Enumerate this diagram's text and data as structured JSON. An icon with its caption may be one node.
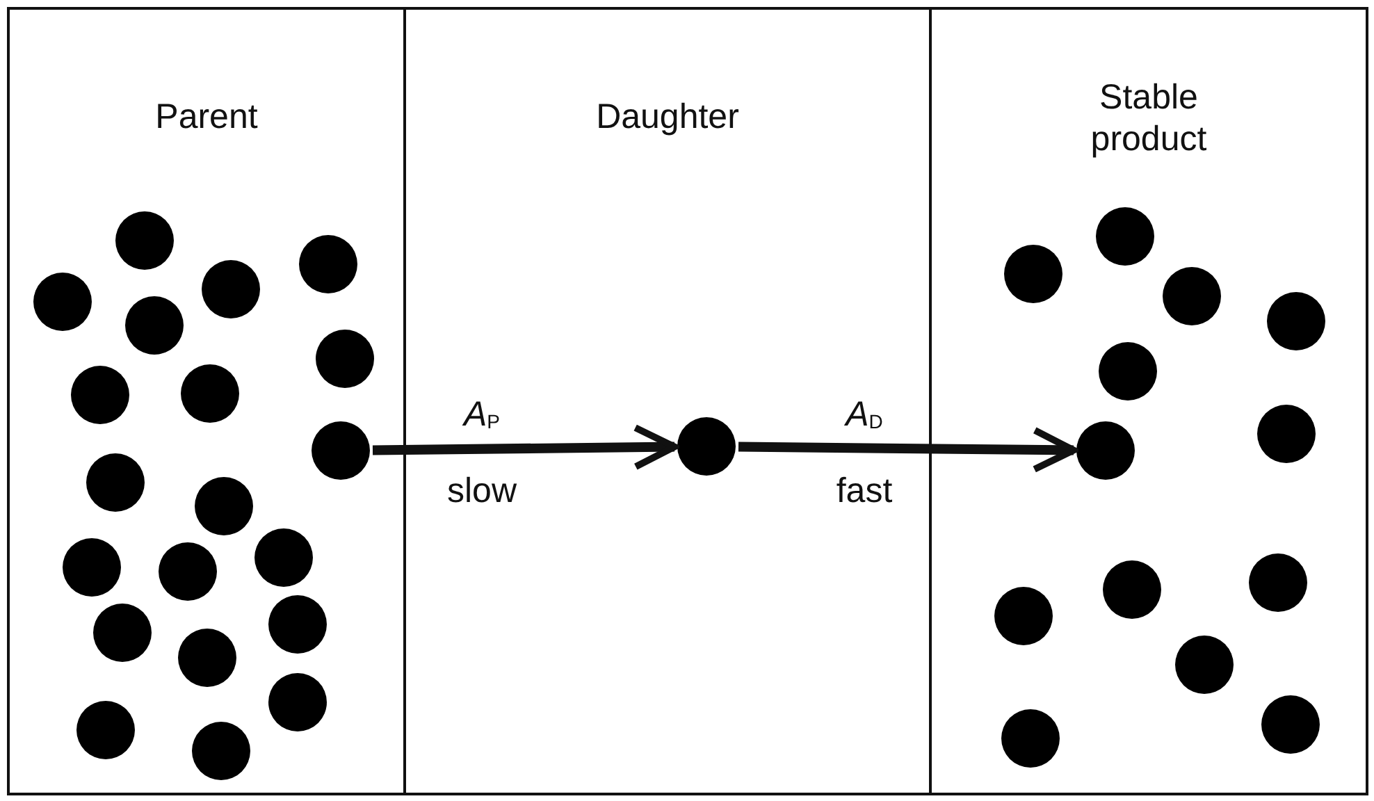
{
  "diagram": {
    "nodes": [
      {
        "text": [
          "Parent"
        ]
      },
      {
        "text": [],
        "shape": "circle",
        "in": 0
      },
      {
        "text": [],
        "shape": "circle",
        "in": 0
      },
      {
        "text": [],
        "shape": "circle",
        "in": 0
      },
      {
        "text": [],
        "shape": "circle",
        "in": 0
      },
      {
        "text": [],
        "shape": "circle",
        "in": 0
      },
      {
        "text": [],
        "shape": "circle",
        "in": 0
      },
      {
        "text": [],
        "shape": "circle",
        "in": 0
      },
      {
        "text": [],
        "shape": "circle",
        "in": 0
      },
      {
        "text": [],
        "shape": "circle",
        "in": 0
      },
      {
        "text": [],
        "shape": "circle",
        "in": 0
      },
      {
        "text": [],
        "shape": "circle",
        "in": 0
      },
      {
        "text": [],
        "shape": "circle",
        "in": 0
      },
      {
        "text": [],
        "shape": "circle",
        "in": 0
      },
      {
        "text": [],
        "shape": "circle",
        "in": 0
      },
      {
        "text": [],
        "shape": "circle",
        "in": 0
      },
      {
        "text": [],
        "shape": "circle",
        "in": 0
      },
      {
        "text": [],
        "shape": "circle",
        "in": 0
      },
      {
        "text": [],
        "shape": "circle",
        "in": 0
      },
      {
        "text": [],
        "shape": "circle",
        "in": 0
      },
      {
        "text": [],
        "shape": "circle",
        "in": 0
      },
      {
        "text": [
          "Daughter"
        ]
      },
      {
        "text": [],
        "shape": "circle",
        "in": 21
      },
      {
        "text": [
          "Stable product"
        ]
      },
      {
        "text": [],
        "shape": "circle",
        "in": 23
      },
      {
        "text": [],
        "shape": "circle",
        "in": 23
      },
      {
        "text": [],
        "shape": "circle",
        "in": 23
      },
      {
        "text": [],
        "shape": "circle",
        "in": 23
      },
      {
        "text": [],
        "shape": "circle",
        "in": 23
      },
      {
        "text": [],
        "shape": "circle",
        "in": 23
      },
      {
        "text": [],
        "shape": "circle",
        "in": 23
      },
      {
        "text": [],
        "shape": "circle",
        "in": 23
      },
      {
        "text": [],
        "shape": "circle",
        "in": 23
      },
      {
        "text": [],
        "shape": "circle",
        "in": 23
      },
      {
        "text": [],
        "shape": "circle",
        "in": 23
      },
      {
        "text": [],
        "shape": "circle",
        "in": 23
      },
      {
        "text": [],
        "shape": "circle",
        "in": 23
      }
    ],
    "edges": [
      {
        "from": 9,
        "to": 22,
        "arrow": "to",
        "label": "*A*$_{P}$ slow"
      },
      {
        "from": 22,
        "to": 30,
        "arrow": "to",
        "label": "*A*$_{D}$ fast"
      }
    ]
  }
}
